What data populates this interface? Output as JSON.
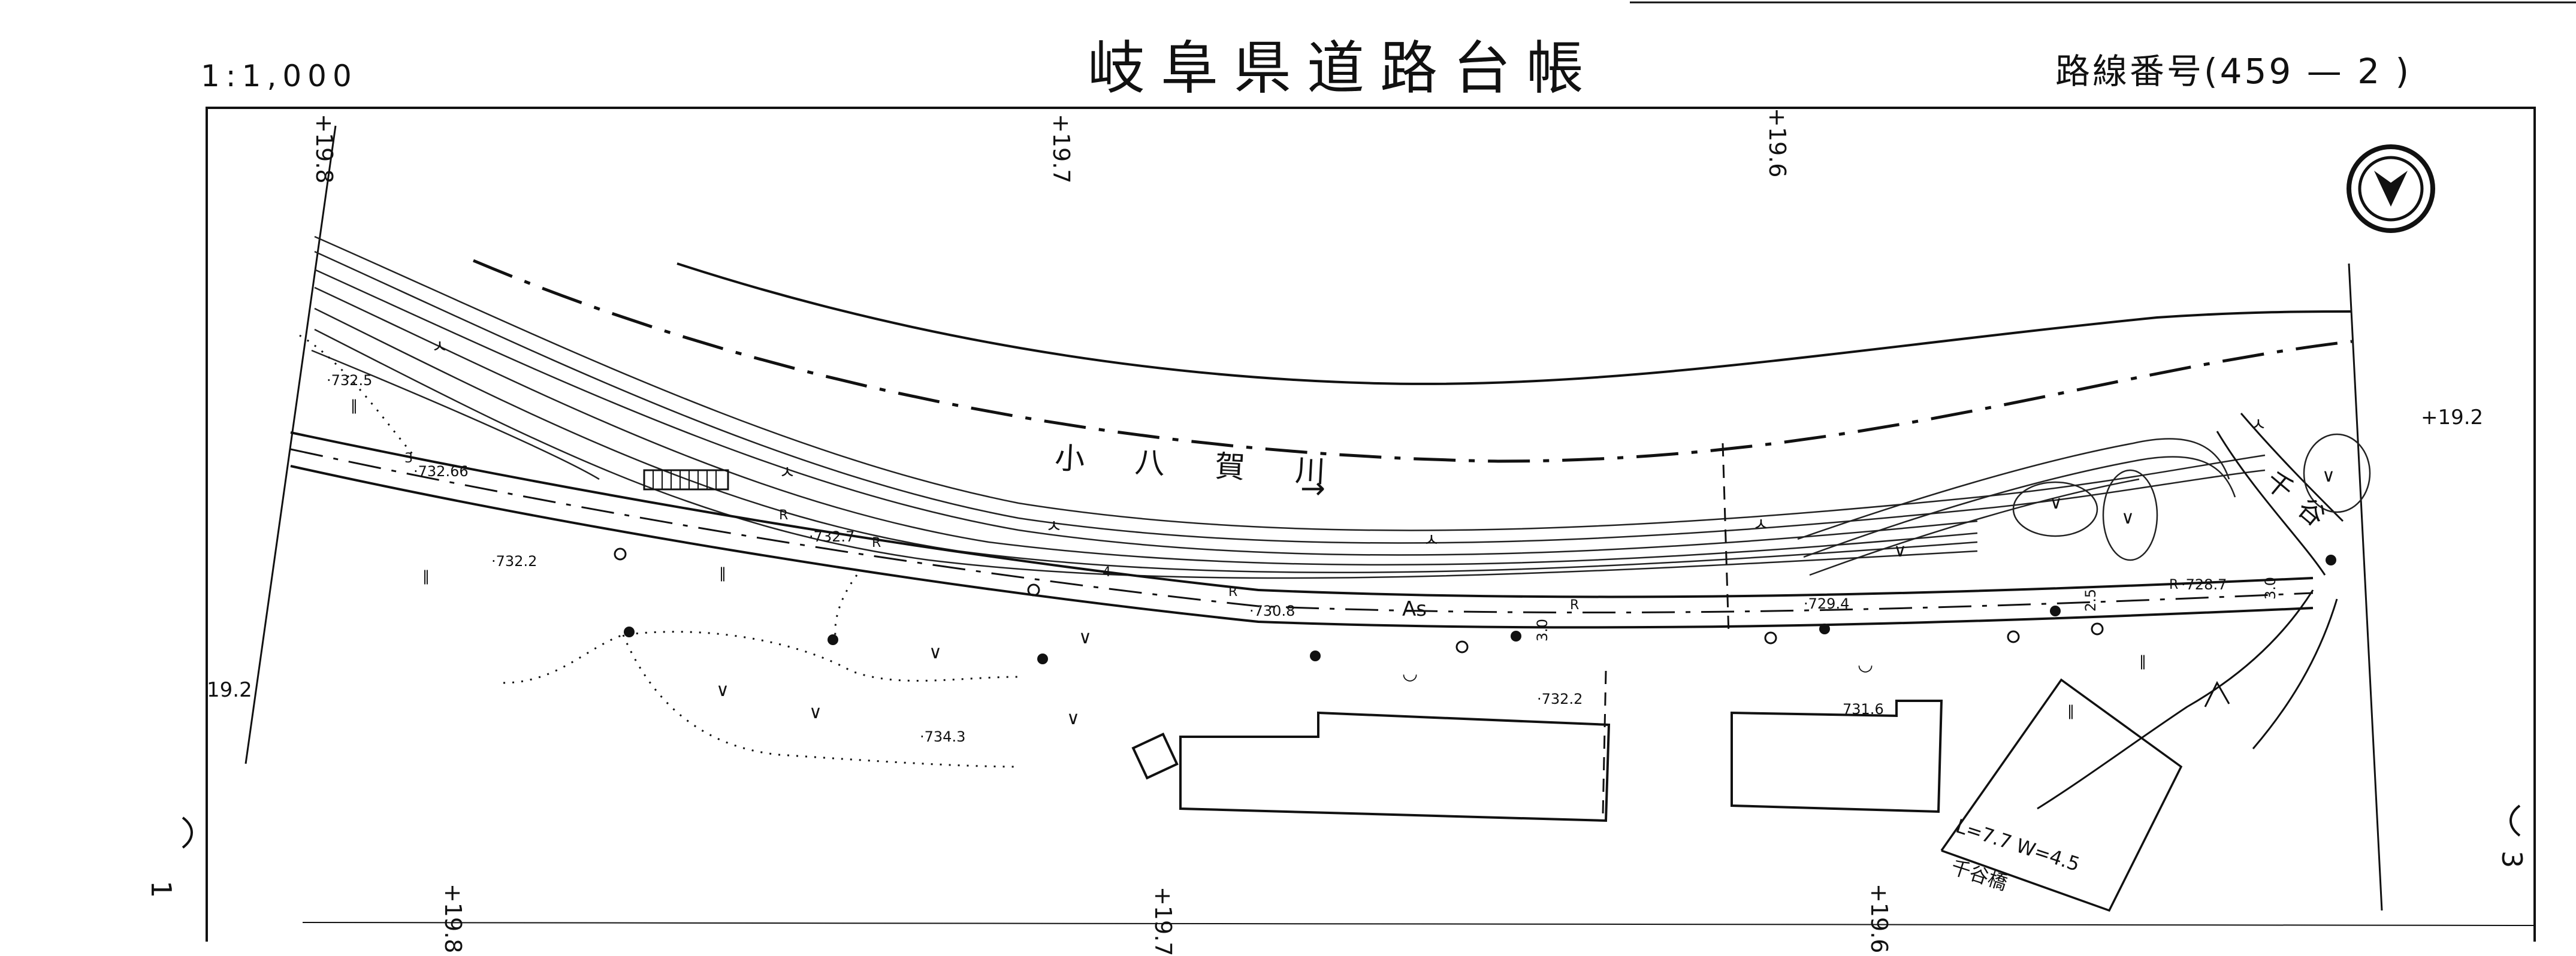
{
  "header": {
    "scale": "1:1,000",
    "title": "岐阜県道路台帳",
    "route_label": "路線番号(459 — 2 )"
  },
  "margin": {
    "left_sheet_no": "1",
    "right_sheet_no": "3"
  },
  "stations": {
    "top": [
      "+19.8",
      "+19.7",
      "+19.6"
    ],
    "bottom": [
      "+19.8",
      "+19.7",
      "+19.6"
    ],
    "left_edge": "19.2",
    "right_edge": "+19.2"
  },
  "map": {
    "river_name": "小 八 賀 川",
    "river_arrow": "→",
    "tributary_label": "千谷",
    "bridge": {
      "dimensions": "L=7.7 W=4.5",
      "name": "千谷橋"
    },
    "surface": "As",
    "elevations": [
      "·732.5",
      "·732.66",
      "·732.7",
      "·732.2",
      "·730.8",
      "·729.4",
      "·728.7",
      "·732.2",
      "731.6",
      "·734.3"
    ],
    "widths": [
      "3",
      "4",
      "3.0",
      "2.5",
      "3.0"
    ],
    "road_marks": [
      "R",
      "R",
      "R",
      "R",
      "R"
    ],
    "symbols": {
      "paddy": "‖",
      "field": "∨",
      "grass": "ㅅ",
      "orchard": "◡"
    },
    "north_arrow": "north-arrow"
  },
  "colors": {
    "ink": "#111111",
    "paper": "#ffffff"
  }
}
